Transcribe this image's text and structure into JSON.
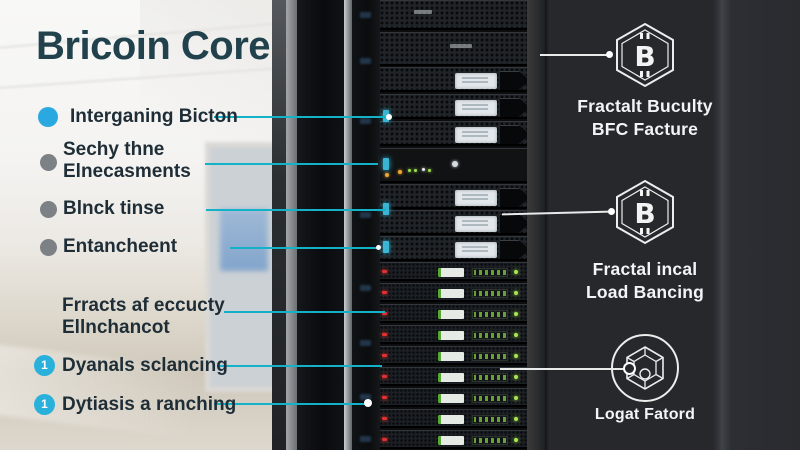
{
  "title": "Bricoin Core",
  "left_panel": {
    "items": [
      {
        "label": "Interganing Bicton"
      },
      {
        "line1": "Sechy thne",
        "line2": "Elnecasments"
      },
      {
        "label": "Blnck tinse"
      },
      {
        "label": "Entancheent"
      },
      {
        "line1": "Frracts af eccucty",
        "line2": "Ellnchancot"
      },
      {
        "badge": "1",
        "label": "Dyanals sclancing"
      },
      {
        "badge": "1",
        "label": "Dytiasis a ranching"
      }
    ]
  },
  "right_panel": {
    "features": [
      {
        "icon": "bitcoin-hexagon-icon",
        "line1": "Fractalt Buculty",
        "line2": "BFC Facture"
      },
      {
        "icon": "bitcoin-hexagon-icon",
        "line1": "Fractal incal",
        "line2": "Load Bancing"
      },
      {
        "icon": "cube-network-icon",
        "line1": "Logat Fatord"
      }
    ]
  },
  "colors": {
    "title_text": "#21424d",
    "body_text": "#1e2d36",
    "accent_cyan_line": "#13b2c9",
    "bullet_cyan": "#2aa9e0",
    "bullet_gray": "#7c8186",
    "panel_text": "#f3f4f5",
    "panel_background": "#26282c"
  }
}
